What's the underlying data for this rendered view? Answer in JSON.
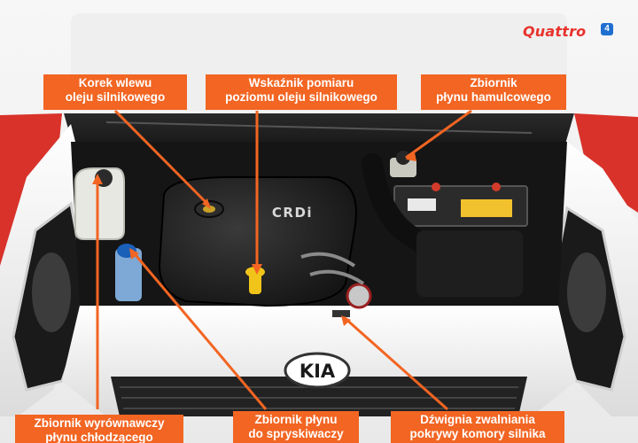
{
  "brand": {
    "logo_text": "Quattro",
    "logo_mark": "4"
  },
  "car": {
    "badge": "KIA",
    "engine_cover": "CRDi"
  },
  "callouts": {
    "oil_cap": [
      "Korek wlewu",
      "oleju silnikowego"
    ],
    "dipstick": [
      "Wskaźnik pomiaru",
      "poziomu oleju silnikowego"
    ],
    "brake_fluid": [
      "Zbiornik",
      "płynu hamulcowego"
    ],
    "coolant": [
      "Zbiornik wyrównawczy",
      "płynu chłodzącego"
    ],
    "washer": [
      "Zbiornik płynu",
      "do spryskiwaczy"
    ],
    "hood_release": [
      "Dźwignia zwalniania",
      "pokrywy komory silnika"
    ]
  },
  "colors": {
    "callout": "#f26522",
    "car_body": "#ffffff",
    "engine_bay": "#1b1b1b",
    "accent_red": "#e8322c"
  }
}
